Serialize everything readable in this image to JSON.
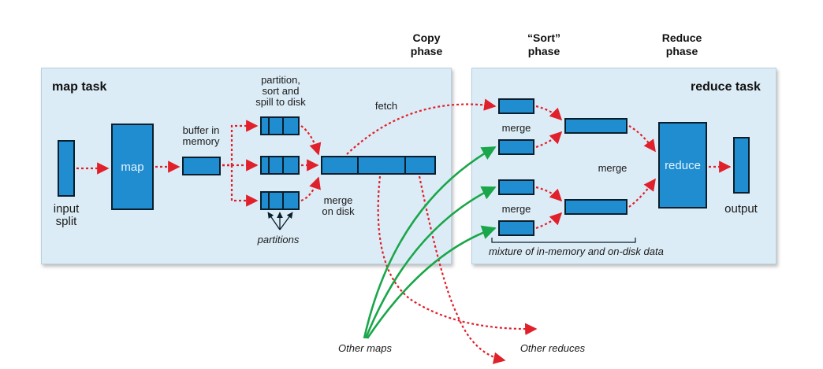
{
  "phases": {
    "copy": [
      "Copy",
      "phase"
    ],
    "sort": [
      "“Sort”",
      "phase"
    ],
    "reduce": [
      "Reduce",
      "phase"
    ]
  },
  "map_task": {
    "title": "map task",
    "input_split": [
      "input",
      "split"
    ],
    "map_label": "map",
    "buffer_label": [
      "buffer in",
      "memory"
    ],
    "spill_label": [
      "partition,",
      "sort and",
      "spill to disk"
    ],
    "partitions_label": "partitions",
    "merge_on_disk": [
      "merge",
      "on disk"
    ],
    "fetch_label": "fetch"
  },
  "reduce_task": {
    "title": "reduce task",
    "merge_top": "merge",
    "merge_mid": "merge",
    "merge_bottom": "merge",
    "reduce_label": "reduce",
    "output_label": "output",
    "mixture_label": "mixture of in-memory and on-disk data"
  },
  "external": {
    "other_maps": "Other maps",
    "other_reduces": "Other reduces"
  },
  "colors": {
    "box_fill": "#1f8dd0",
    "panel_fill": "#dcecf6",
    "red_arrow": "#e0202a",
    "green_arrow": "#1aa64a"
  }
}
